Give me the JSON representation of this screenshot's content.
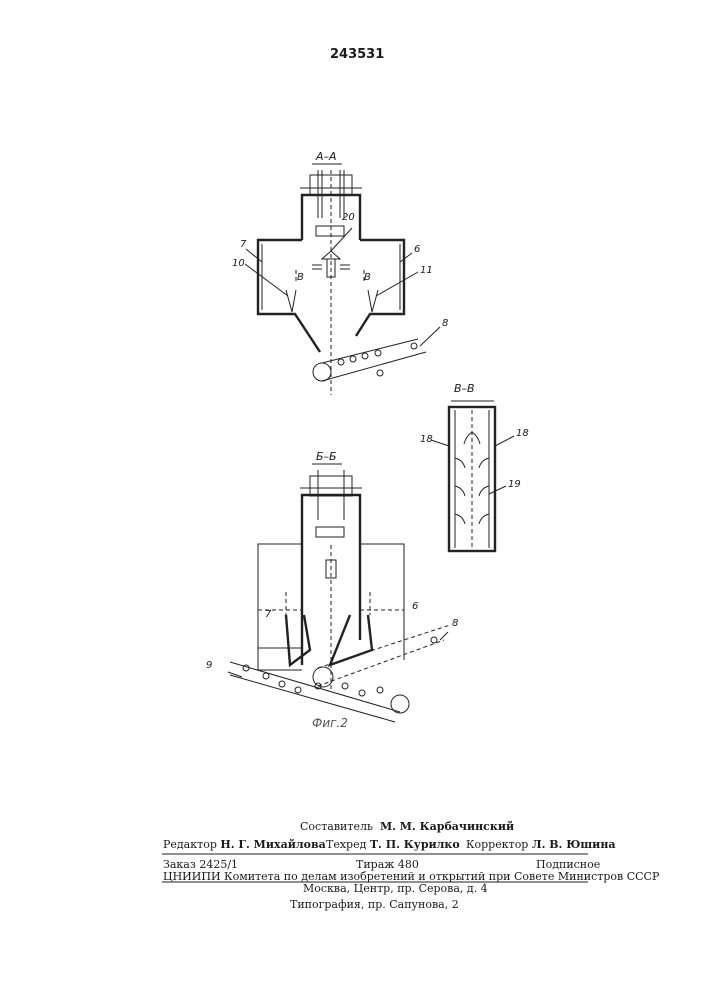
{
  "patent_number": "243531",
  "figure": {
    "section_aa": "А–А",
    "section_bb": "Б–Б",
    "section_vv": "В–В",
    "caption": "Фиг.2",
    "labels": {
      "n20": "20",
      "n7a": "7",
      "n6a": "6",
      "n10": "10",
      "n11": "11",
      "n8a": "8",
      "vLeft": "В",
      "vRight": "В",
      "n18a": "18",
      "n18b": "18",
      "n19": "19",
      "n7b": "7",
      "n6b": "6",
      "n8b": "8",
      "n9": "9"
    }
  },
  "footer": {
    "compiler_label": "Составитель",
    "compiler_name": "М. М. Карбачинский",
    "editor_label": "Редактор",
    "editor_name": "Н. Г. Михайлова",
    "techred_label": "Техред",
    "techred_name": "Т. П. Курилко",
    "corrector_label": "Корректор",
    "corrector_name": "Л. В. Юшина",
    "order": "Заказ 2425/1",
    "circulation": "Тираж 480",
    "subscription": "Подписное",
    "institute": "ЦНИИПИ Комитета по делам изобретений и открытий при Совете Министров СССР",
    "address": "Москва, Центр, пр. Серова, д. 4",
    "printer": "Типография, пр. Сапунова, 2"
  }
}
